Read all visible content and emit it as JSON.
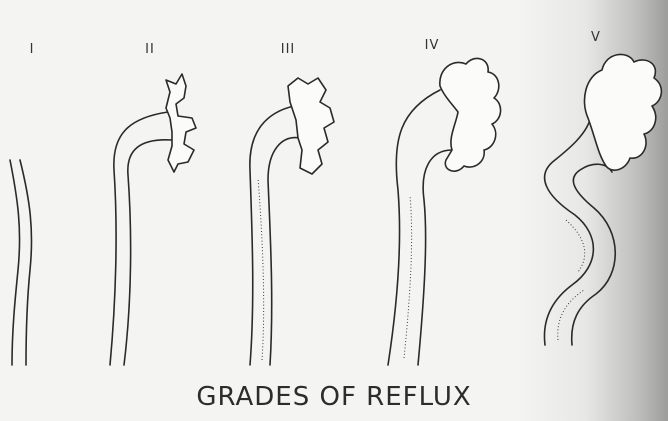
{
  "figure": {
    "grades": [
      {
        "label": "I"
      },
      {
        "label": "II"
      },
      {
        "label": "III"
      },
      {
        "label": "IV"
      },
      {
        "label": "V"
      }
    ],
    "caption": "GRADES OF REFLUX"
  }
}
